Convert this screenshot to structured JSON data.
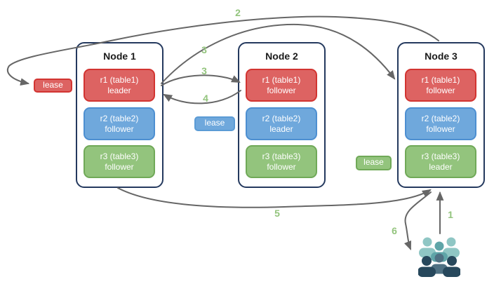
{
  "nodes": [
    {
      "title": "Node 1",
      "replicas": [
        {
          "name": "r1 (table1)",
          "role": "leader",
          "color": "red"
        },
        {
          "name": "r2 (table2)",
          "role": "follower",
          "color": "blue"
        },
        {
          "name": "r3 (table3)",
          "role": "follower",
          "color": "green"
        }
      ]
    },
    {
      "title": "Node 2",
      "replicas": [
        {
          "name": "r1 (table1)",
          "role": "follower",
          "color": "red"
        },
        {
          "name": "r2 (table2)",
          "role": "leader",
          "color": "blue"
        },
        {
          "name": "r3 (table3)",
          "role": "follower",
          "color": "green"
        }
      ]
    },
    {
      "title": "Node 3",
      "replicas": [
        {
          "name": "r1 (table1)",
          "role": "follower",
          "color": "red"
        },
        {
          "name": "r2 (table2)",
          "role": "follower",
          "color": "blue"
        },
        {
          "name": "r3 (table3)",
          "role": "leader",
          "color": "green"
        }
      ]
    }
  ],
  "leases": [
    {
      "label": "lease",
      "color": "red"
    },
    {
      "label": "lease",
      "color": "blue"
    },
    {
      "label": "lease",
      "color": "green"
    }
  ],
  "flow_labels": {
    "step1": "1",
    "step2": "2",
    "step3a": "3",
    "step3b": "3",
    "step4": "4",
    "step5": "5",
    "step6": "6"
  },
  "icons": {
    "users": "users-crowd-icon"
  },
  "colors": {
    "node_border": "#24395e",
    "replica_red": "#dd6362",
    "replica_red_border": "#d23431",
    "replica_blue": "#6fa8dc",
    "replica_blue_border": "#4d8fd1",
    "replica_green": "#93c47d",
    "replica_green_border": "#70a958",
    "arrow": "#666666",
    "flow_label": "#93c47d",
    "people_back": "#8fc6c4",
    "people_mid": "#5fa5a8",
    "people_front_mid": "#4f7183",
    "people_front": "#27485c"
  }
}
